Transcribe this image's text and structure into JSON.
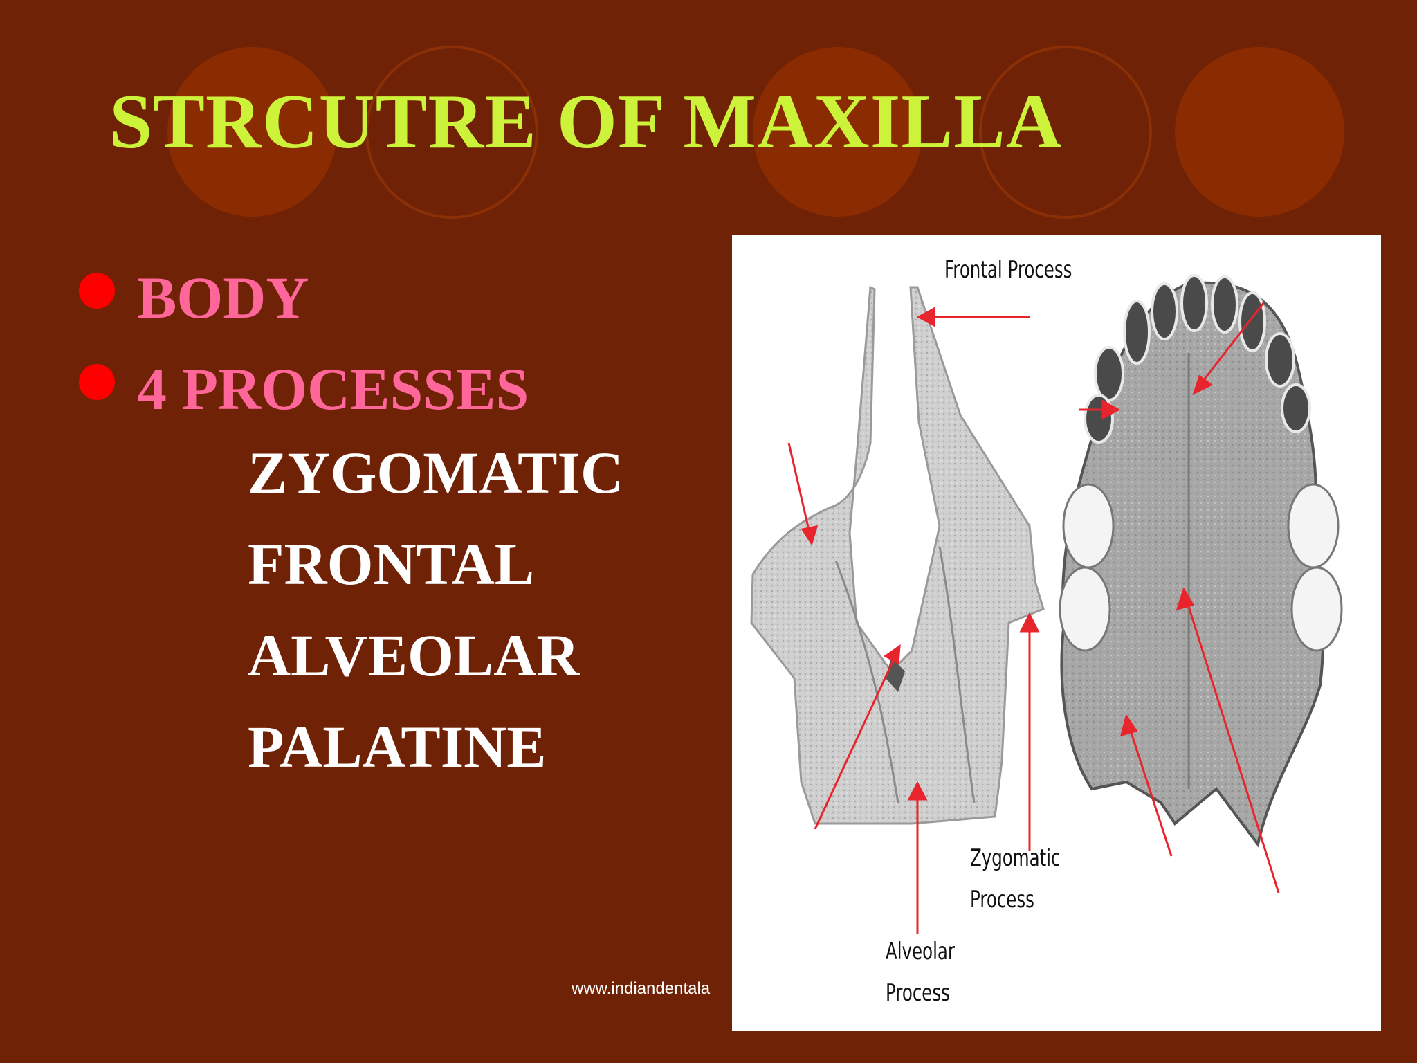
{
  "slide": {
    "title": "STRCUTRE OF MAXILLA",
    "bullets": [
      "BODY",
      "4 PROCESSES"
    ],
    "processes": [
      "ZYGOMATIC",
      "FRONTAL",
      "ALVEOLAR",
      "PALATINE"
    ],
    "footer": "www.indiandentala"
  },
  "figure": {
    "labels": {
      "frontal": "Frontal Process",
      "zygomatic_1": "Zygomatic",
      "zygomatic_2": "Process",
      "alveolar_1": "Alveolar",
      "alveolar_2": "Process"
    },
    "arrow_color": "#e8242c"
  },
  "colors": {
    "background": "#6f2205",
    "title": "#ccf23a",
    "bullet_text": "#ff6699",
    "bullet_dot": "#ff0000",
    "sub_text": "#ffffff"
  }
}
